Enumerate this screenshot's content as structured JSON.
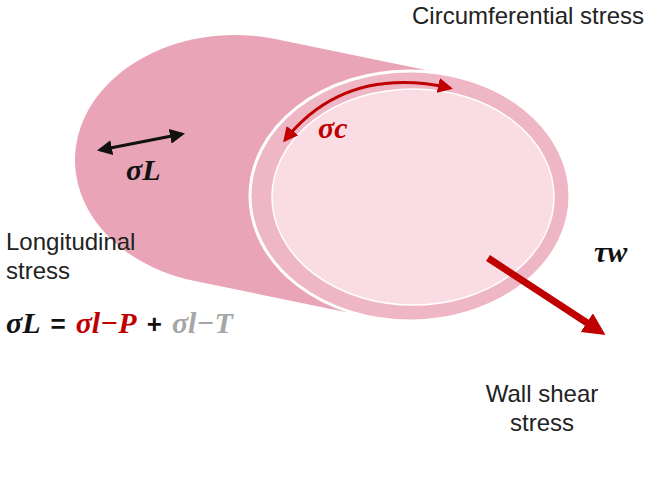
{
  "diagram": {
    "labels": [
      "Circumferential stress",
      "σc",
      "σL",
      "Longitudinal stress",
      "τw",
      "σL",
      "=",
      "σl−P",
      "+",
      "σl−T",
      "Wall shear stress"
    ]
  }
}
